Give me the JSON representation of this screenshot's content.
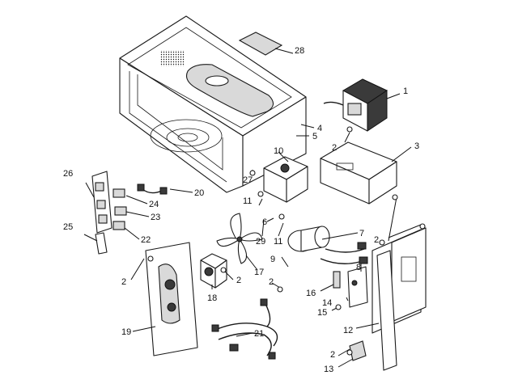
{
  "callouts": {
    "c1": "1",
    "c2a": "2",
    "c2b": "2",
    "c2c": "2",
    "c2d": "2",
    "c2e": "2",
    "c2f": "2",
    "c3": "3",
    "c4": "4",
    "c5": "5",
    "c6": "6",
    "c7": "7",
    "c8": "8",
    "c9": "9",
    "c10": "10",
    "c11a": "11",
    "c11b": "11",
    "c12": "12",
    "c13": "13",
    "c14": "14",
    "c15": "15",
    "c16": "16",
    "c17": "17",
    "c18": "18",
    "c19": "19",
    "c20": "20",
    "c21": "21",
    "c22": "22",
    "c23": "23",
    "c24": "24",
    "c25": "25",
    "c26": "26",
    "c27": "27",
    "c28": "28",
    "c29": "29"
  }
}
